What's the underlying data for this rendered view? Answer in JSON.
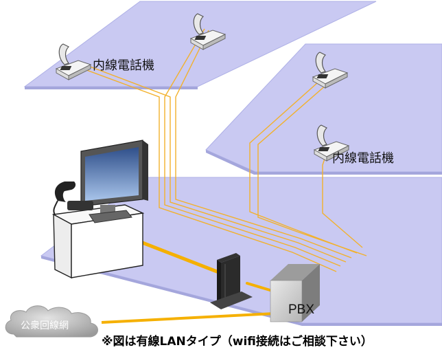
{
  "labels": {
    "phone_label_left": "内線電話機",
    "phone_label_right": "内線電話機",
    "pbx": "PBX",
    "public_network": "公衆回線網",
    "footnote": "※図は有線LANタイプ（wifi接続はご相談下さい）"
  },
  "colors": {
    "floor": "#c9c9f2",
    "floor_edge": "#aeb0e6",
    "extension_wire": "#f2b12c",
    "lan_cable": "#f5b000",
    "cloud": "#c3c3c3"
  },
  "icons": {
    "phone": "desk-phone-icon",
    "pbx": "pbx-server-icon",
    "router": "router-icon",
    "terminal": "touch-terminal-icon",
    "cloud": "cloud-icon"
  }
}
